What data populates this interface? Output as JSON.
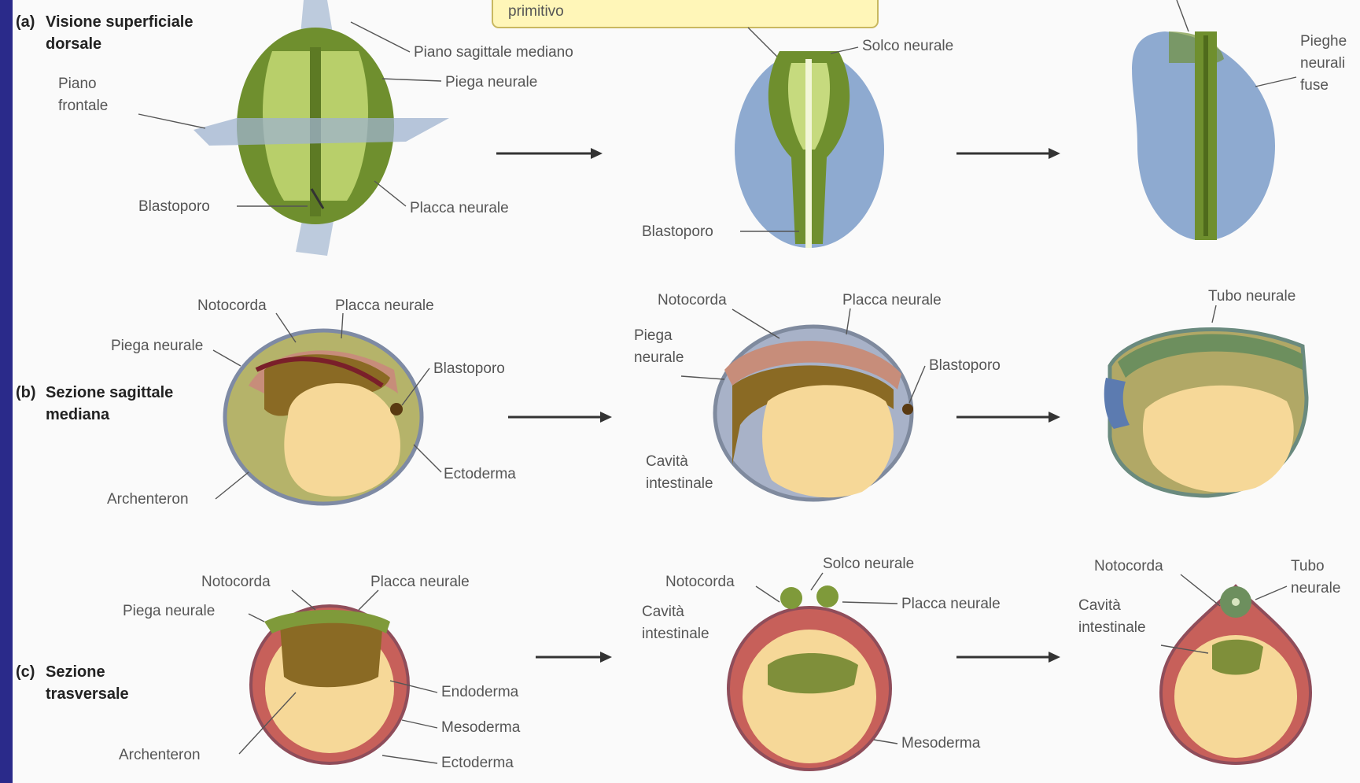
{
  "rows": {
    "a": {
      "tag": "(a)",
      "title_line1": "Visione superficiale",
      "title_line2": "dorsale"
    },
    "b": {
      "tag": "(b)",
      "title_line1": "Sezione sagittale",
      "title_line2": "mediana"
    },
    "c": {
      "tag": "(c)",
      "title_line1": "Sezione",
      "title_line2": "trasversale"
    }
  },
  "callout": {
    "text": "primitivo"
  },
  "labels": {
    "a1": {
      "piano_sagittale": "Piano sagittale mediano",
      "piega": "Piega neurale",
      "piano_frontale_1": "Piano",
      "piano_frontale_2": "frontale",
      "blastoporo": "Blastoporo",
      "placca": "Placca neurale"
    },
    "a2": {
      "solco": "Solco neurale",
      "blastoporo": "Blastoporo"
    },
    "a3": {
      "pieghe_1": "Pieghe",
      "pieghe_2": "neurali",
      "pieghe_3": "fuse"
    },
    "b1": {
      "notocorda": "Notocorda",
      "placca": "Placca neurale",
      "piega": "Piega neurale",
      "blastoporo": "Blastoporo",
      "ectoderma": "Ectoderma",
      "archenteron": "Archenteron"
    },
    "b2": {
      "notocorda": "Notocorda",
      "placca": "Placca neurale",
      "piega_1": "Piega",
      "piega_2": "neurale",
      "blastoporo": "Blastoporo",
      "cavita_1": "Cavità",
      "cavita_2": "intestinale"
    },
    "b3": {
      "tubo": "Tubo neurale"
    },
    "c1": {
      "notocorda": "Notocorda",
      "placca": "Placca neurale",
      "piega": "Piega neurale",
      "endoderma": "Endoderma",
      "mesoderma": "Mesoderma",
      "ectoderma": "Ectoderma",
      "archenteron": "Archenteron"
    },
    "c2": {
      "notocorda": "Notocorda",
      "solco": "Solco neurale",
      "cavita_1": "Cavità",
      "cavita_2": "intestinale",
      "placca": "Placca neurale",
      "mesoderma": "Mesoderma"
    },
    "c3": {
      "notocorda": "Notocorda",
      "tubo_1": "Tubo",
      "tubo_2": "neurale",
      "cavita_1": "Cavità",
      "cavita_2": "intestinale"
    }
  },
  "colors": {
    "neural_green": "#6f8f2e",
    "plate_light": "#b8cf6a",
    "ectoderm_blue": "#8eaad0",
    "yolk": "#f6d898",
    "mesoderm_red": "#c7605a",
    "endoderm_brown": "#8a6a24",
    "sidebar": "#2a2a8a"
  }
}
